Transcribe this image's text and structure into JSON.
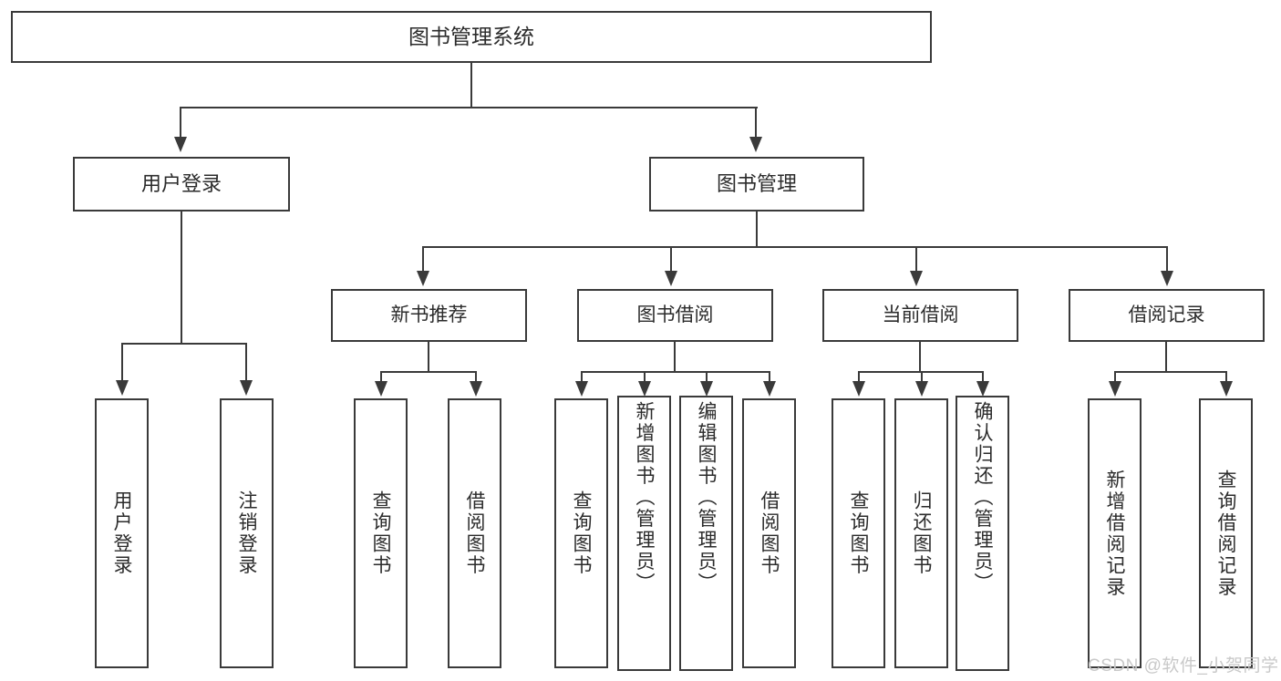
{
  "diagram": {
    "title": "图书管理系统",
    "type": "功能结构图",
    "colors": {
      "box_border": "#3a3a3a",
      "box_fill": "#ffffff",
      "text": "#2b2b2b",
      "connector": "#3a3a3a",
      "watermark": "#c9c9c9",
      "background": "#ffffff"
    }
  },
  "root": {
    "label": "图书管理系统"
  },
  "level1": [
    {
      "label": "用户登录"
    },
    {
      "label": "图书管理"
    }
  ],
  "level2": [
    {
      "label": "新书推荐"
    },
    {
      "label": "图书借阅"
    },
    {
      "label": "当前借阅"
    },
    {
      "label": "借阅记录"
    }
  ],
  "leaves": {
    "user_login": [
      {
        "label": "用户登录"
      },
      {
        "label": "注销登录"
      }
    ],
    "new_book": [
      {
        "label": "查询图书"
      },
      {
        "label": "借阅图书"
      }
    ],
    "book_borrow": [
      {
        "label": "查询图书"
      },
      {
        "label": "新增图书（管理员）"
      },
      {
        "label": "编辑图书（管理员）"
      },
      {
        "label": "借阅图书"
      }
    ],
    "current_borrow": [
      {
        "label": "查询图书"
      },
      {
        "label": "归还图书"
      },
      {
        "label": "确认归还（管理员）"
      }
    ],
    "borrow_record": [
      {
        "label": "新增借阅记录"
      },
      {
        "label": "查询借阅记录"
      }
    ]
  },
  "watermark": {
    "text": "CSDN @软件_小贺同学"
  }
}
